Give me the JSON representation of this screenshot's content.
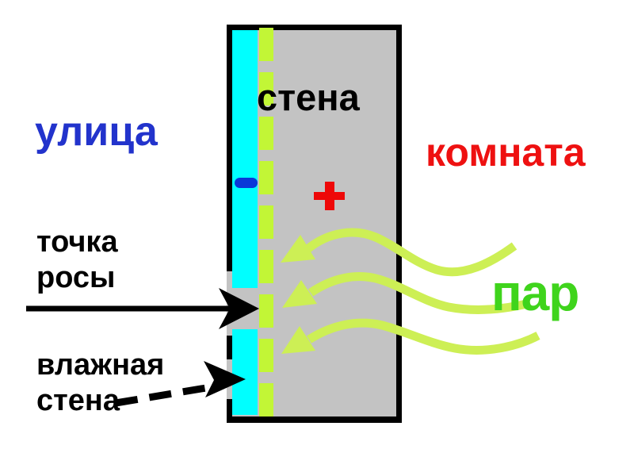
{
  "diagram": {
    "labels": {
      "outside": "улица",
      "room": "комната",
      "wall": "стена",
      "vapor": "пар",
      "dew_point_line1": "точка",
      "dew_point_line2": "росы",
      "wet_wall_line1": "влажная",
      "wet_wall_line2": "стена"
    },
    "symbols": {
      "cold_side_sign": "−",
      "warm_side_sign": "+"
    },
    "colors": {
      "outside_label": "#2233cc",
      "room_label": "#ee1111",
      "wall_label": "#000000",
      "vapor_label": "#3fd41c",
      "wall_fill": "#c3c3c3",
      "wall_border": "#000000",
      "cold_layer": "#00ffff",
      "dew_dashed_line": "#c2f636",
      "vapor_arrows": "#cdef55",
      "minus_sign": "#0a38d8",
      "plus_sign": "#ee0808",
      "annotation_arrows": "#000000"
    }
  }
}
